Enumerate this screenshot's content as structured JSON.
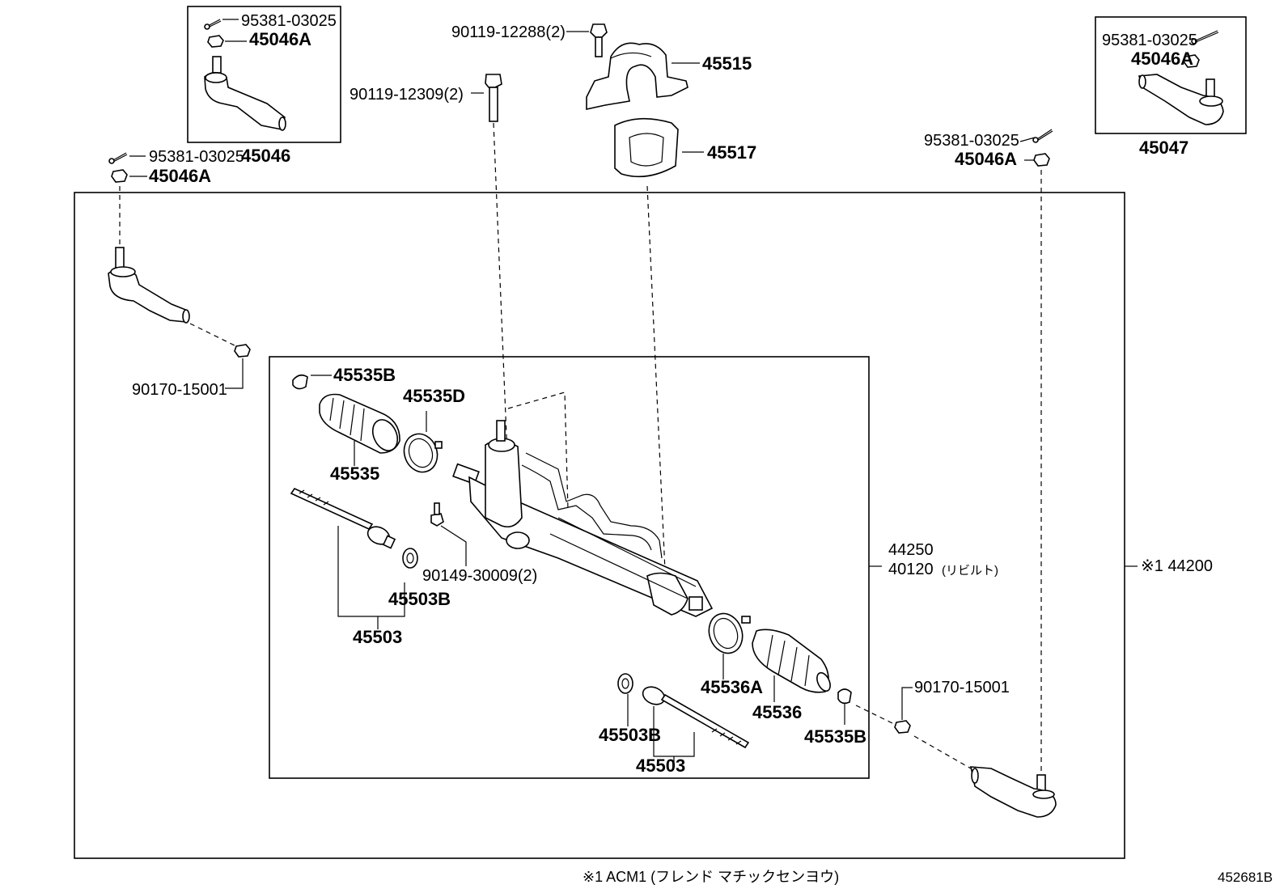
{
  "labels": {
    "tl_cotter": "95381-03025",
    "tl_nut": "45046A",
    "left_cotter": "95381-03025",
    "left_end": "45046",
    "left_nut": "45046A",
    "bolt_upper": "90119-12288(2)",
    "bracket": "45515",
    "bolt_mid": "90119-12309(2)",
    "bushing": "45517",
    "tr_cotter": "95381-03025",
    "tr_nut": "45046A",
    "right_end": "45047",
    "r_cotter": "95381-03025",
    "r_nut": "45046A",
    "lock_nut_left": "90170-15001",
    "clip_left": "45535B",
    "clamp_d": "45535D",
    "boot_left": "45535",
    "bolt_small": "90149-30009(2)",
    "washer_left": "45503B",
    "rod_left": "45503",
    "rack_1": "44250",
    "rack_2": "40120",
    "rack_2_note": "(リビルト)",
    "assembly": "※1 44200",
    "clamp_a": "45536A",
    "boot_right": "45536",
    "clip_right": "45535B",
    "lock_nut_right": "90170-15001",
    "washer_right": "45503B",
    "rod_right": "45503",
    "footnote": "※1  ACM1  (フレンド マチックセンヨウ)",
    "figure_code": "452681B"
  }
}
